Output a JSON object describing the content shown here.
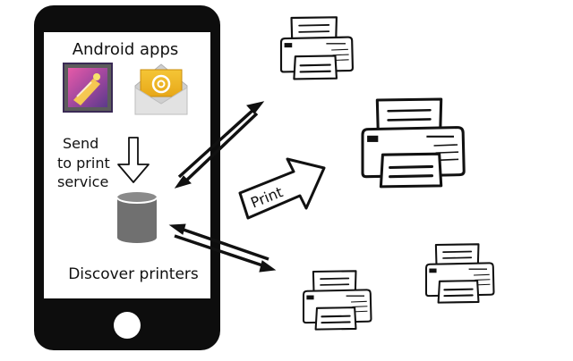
{
  "phone": {
    "apps_title": "Android apps",
    "send_label": [
      "Send",
      "to print",
      "service"
    ],
    "discover_label": "Discover printers",
    "apps": [
      {
        "name": "gallery-app",
        "icon": "photo-gallery-icon"
      },
      {
        "name": "email-app",
        "icon": "email-envelope-icon"
      }
    ]
  },
  "print_arrow_label": "Print",
  "printers": [
    {
      "name": "printer-top"
    },
    {
      "name": "printer-main"
    },
    {
      "name": "printer-bottom-left"
    },
    {
      "name": "printer-bottom-right"
    }
  ],
  "colors": {
    "phone_body": "#0d0d0d",
    "screen": "#ffffff",
    "database": "#707070",
    "envelope": "#f2bd2a",
    "gallery_frame": "#3a2a55"
  }
}
